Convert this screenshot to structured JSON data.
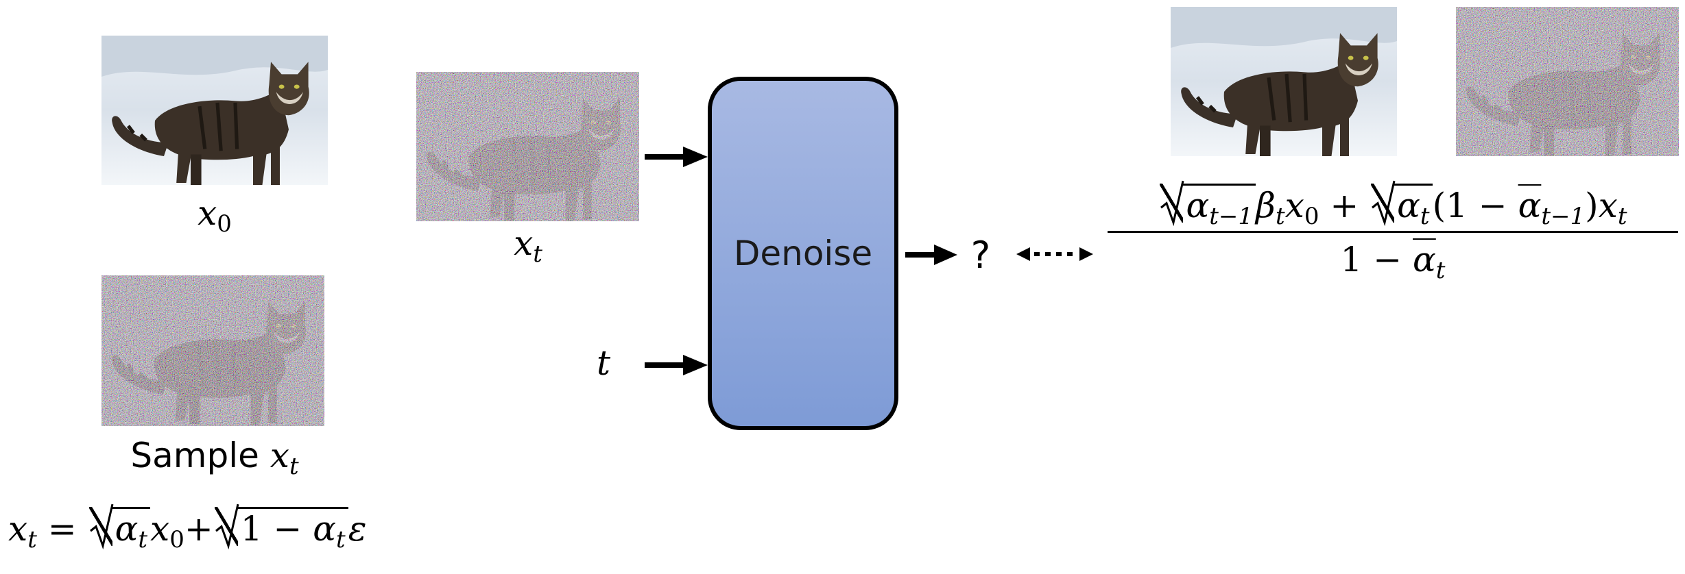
{
  "labels": {
    "x0": "x",
    "x0_sub": "0",
    "xt": "x",
    "xt_sub": "t",
    "sample_prefix": "Sample ",
    "sample_x": "x",
    "sample_sub": "t",
    "t_input": "t",
    "denoise": "Denoise",
    "question": "?"
  },
  "formula_forward": {
    "lhs": "x",
    "lhs_sub": "t",
    "eq": " = ",
    "alpha": "α",
    "alpha_sub": "t",
    "x": "x",
    "x_sub": "0",
    "plus": "+",
    "one_minus": "1 − ",
    "alpha2": "α",
    "alpha2_sub": "t",
    "eps": "ε"
  },
  "formula_posterior": {
    "alpha_a": "α",
    "alpha_a_sub": "t−1",
    "beta": "β",
    "beta_sub": "t",
    "x_a": "x",
    "x_a_sub": "0",
    "plus": " + ",
    "alpha_b": "α",
    "alpha_b_sub": "t",
    "paren_open": "(1 − ",
    "alpha_c": "α",
    "alpha_c_sub": "t−1",
    "paren_close": ")",
    "x_b": "x",
    "x_b_sub": "t",
    "denom_one": "1 − ",
    "denom_alpha": "α",
    "denom_alpha_sub": "t"
  },
  "colors": {
    "box_top": "#a8b9e3",
    "box_bottom": "#7e9bd6",
    "snow": "#dfe6ee",
    "cat": "#3b3027"
  },
  "icons": {
    "arrow": "right-arrow-icon",
    "double_arrow": "dotted-double-arrow-icon"
  }
}
